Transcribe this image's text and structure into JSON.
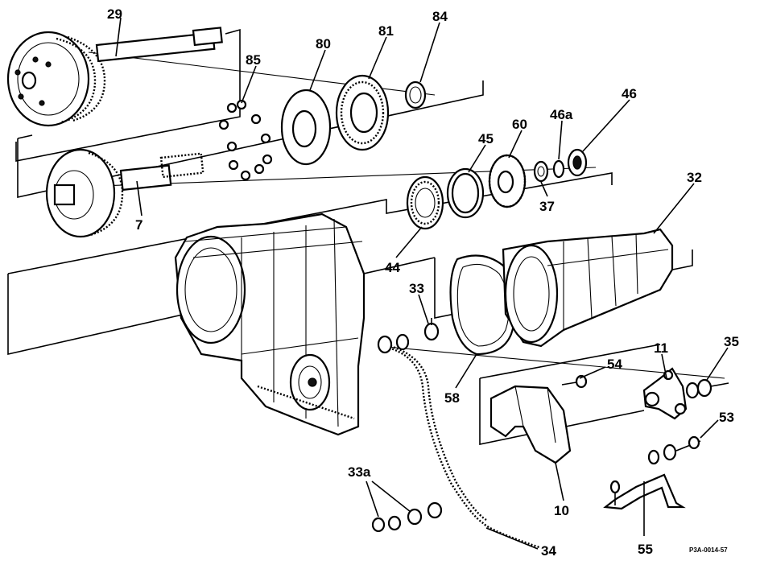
{
  "diagram": {
    "callouts": [
      "29",
      "85",
      "80",
      "81",
      "84",
      "7",
      "45",
      "60",
      "46a",
      "46",
      "37",
      "32",
      "44",
      "33",
      "58",
      "11",
      "35",
      "54",
      "53",
      "10",
      "55",
      "33a",
      "34"
    ],
    "reference_code": "P3A-0014-57"
  }
}
